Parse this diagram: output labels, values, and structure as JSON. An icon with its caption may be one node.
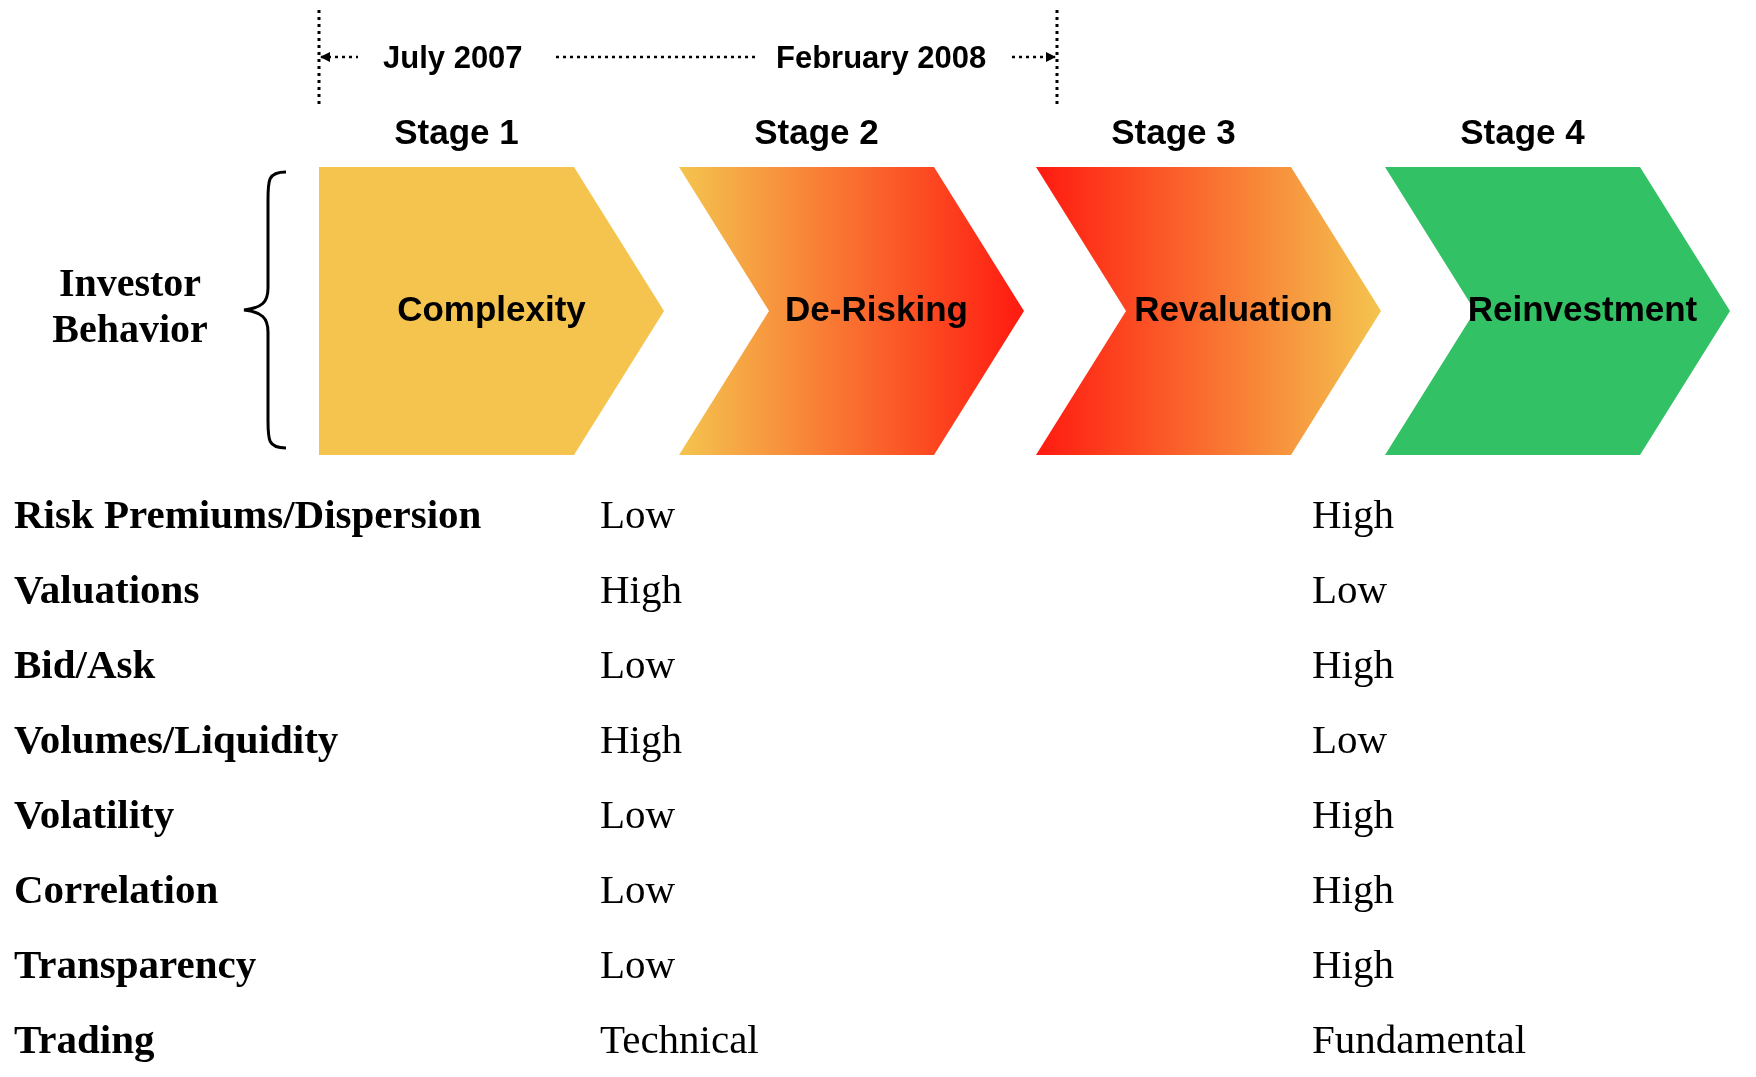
{
  "diagram": {
    "nodes": [
      {
        "text": [
          "Stage 1",
          "Complexity"
        ]
      },
      {
        "text": [
          "Stage 2",
          "De-Risking"
        ]
      },
      {
        "text": [
          "Stage 3",
          "Revaluation"
        ]
      },
      {
        "text": [
          "Stage 4",
          "Reinvestment"
        ]
      }
    ],
    "edges": [],
    "labels": [
      "July 2007",
      "February 2008",
      "Investor Behavior",
      "Risk Premiums/Dispersion",
      "Low",
      "High",
      "Valuations",
      "High",
      "Low",
      "Bid/Ask",
      "Low",
      "High",
      "Volumes/Liquidity",
      "High",
      "Low",
      "Volatility",
      "Low",
      "High",
      "Correlation",
      "Low",
      "High",
      "Transparency",
      "Low",
      "High",
      "Trading",
      "Technical",
      "Fundamental"
    ]
  }
}
